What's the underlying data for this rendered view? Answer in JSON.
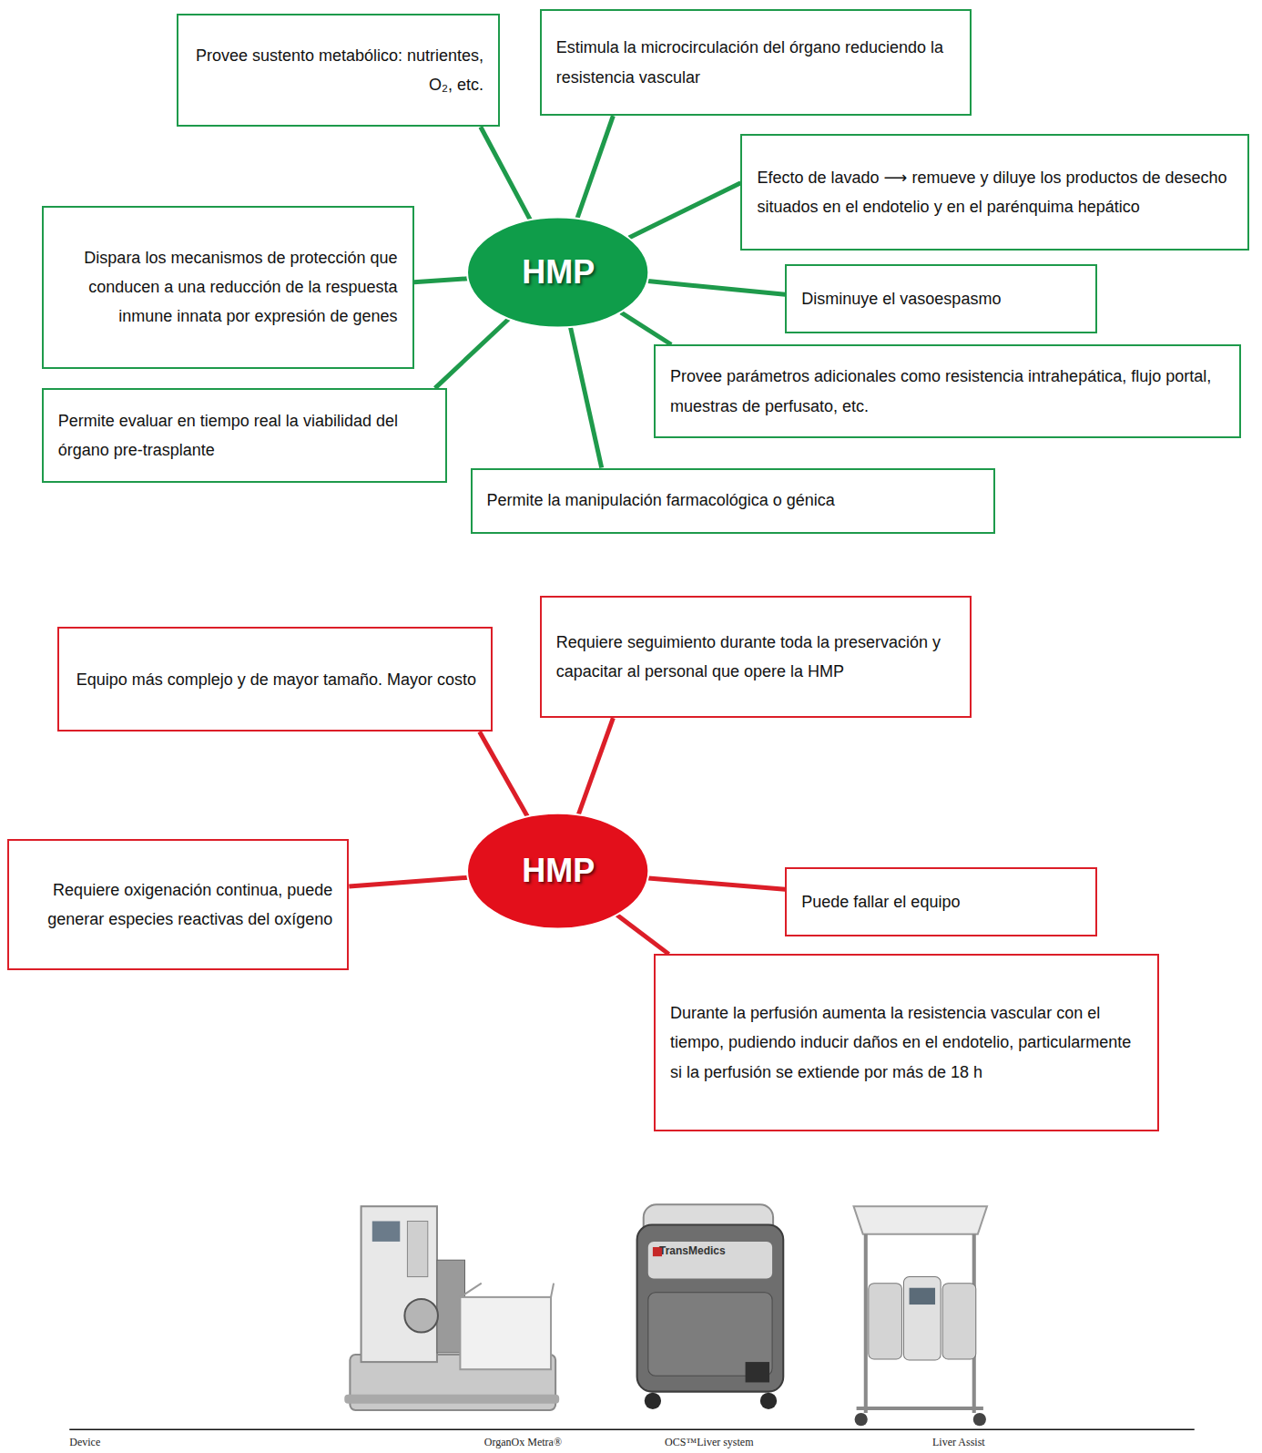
{
  "diagram": {
    "nodes": [
      {
        "text": [
          "HMP"
        ]
      },
      {
        "text": [
          "Provee sustento metabólico: nutrientes, O₂, etc."
        ]
      },
      {
        "text": [
          "Estimula la microcirculación del órgano reduciendo la resistencia vascular"
        ]
      },
      {
        "text": [
          "Efecto de lavado ⟶ remueve y diluye los productos de desecho situados en el endotelio y en el parénquima hepático"
        ]
      },
      {
        "text": [
          "Disminuye el vasoespasmo"
        ]
      },
      {
        "text": [
          "Provee parámetros adicionales como resistencia intrahepática, flujo portal, muestras de perfusato, etc."
        ]
      },
      {
        "text": [
          "Permite la manipulación farmacológica o génica"
        ]
      },
      {
        "text": [
          "Permite evaluar en tiempo real la viabilidad del órgano pre-trasplante"
        ]
      },
      {
        "text": [
          "Dispara los mecanismos de protección que conducen a una reducción de la respuesta inmune innata por expresión de genes"
        ]
      },
      {
        "text": [
          "HMP"
        ]
      },
      {
        "text": [
          "Equipo más complejo y de mayor tamaño. Mayor costo"
        ]
      },
      {
        "text": [
          "Requiere seguimiento durante toda la preservación y capacitar al personal que opere la HMP"
        ]
      },
      {
        "text": [
          "Requiere oxigenación continua, puede generar especies reactivas del oxígeno"
        ]
      },
      {
        "text": [
          "Puede fallar el equipo"
        ]
      },
      {
        "text": [
          "Durante la perfusión aumenta la resistencia vascular con el tiempo, pudiendo inducir daños en el endotelio, particularmente si la perfusión se extiende por más de 18 h"
        ]
      }
    ],
    "edges": [
      {
        "from": 0,
        "to": 1,
        "arrow": "none"
      },
      {
        "from": 0,
        "to": 2,
        "arrow": "none"
      },
      {
        "from": 0,
        "to": 3,
        "arrow": "none"
      },
      {
        "from": 0,
        "to": 4,
        "arrow": "none"
      },
      {
        "from": 0,
        "to": 5,
        "arrow": "none"
      },
      {
        "from": 0,
        "to": 6,
        "arrow": "none"
      },
      {
        "from": 0,
        "to": 7,
        "arrow": "none"
      },
      {
        "from": 0,
        "to": 8,
        "arrow": "none"
      },
      {
        "from": 9,
        "to": 10,
        "arrow": "none"
      },
      {
        "from": 9,
        "to": 11,
        "arrow": "none"
      },
      {
        "from": 9,
        "to": 12,
        "arrow": "none"
      },
      {
        "from": 9,
        "to": 13,
        "arrow": "none"
      },
      {
        "from": 9,
        "to": 14,
        "arrow": "none"
      }
    ],
    "labels": [
      "TransMedics",
      "Device",
      "OrganOx Metra®",
      "OCS™Liver system",
      "Liver Assist"
    ]
  }
}
